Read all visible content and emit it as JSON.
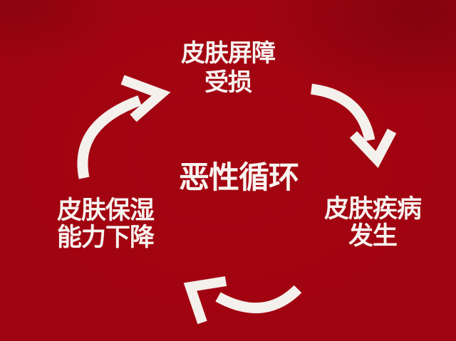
{
  "colors": {
    "background": "#9e0310",
    "background_edge": "#8c020e",
    "text": "#f7f3ef",
    "arrow": "#f4f0ec"
  },
  "cycle": {
    "center_label": "恶性循环",
    "nodes": {
      "top": {
        "line1": "皮肤屏障",
        "line2": "受损"
      },
      "right": {
        "line1": "皮肤疾病",
        "line2": "发生"
      },
      "left": {
        "line1": "皮肤保湿",
        "line2": "能力下降"
      }
    },
    "arrows": [
      {
        "name": "arrow-left-to-top",
        "from": "left",
        "to": "top"
      },
      {
        "name": "arrow-top-to-right",
        "from": "top",
        "to": "right"
      },
      {
        "name": "arrow-right-to-left",
        "from": "right",
        "to": "left"
      }
    ]
  }
}
